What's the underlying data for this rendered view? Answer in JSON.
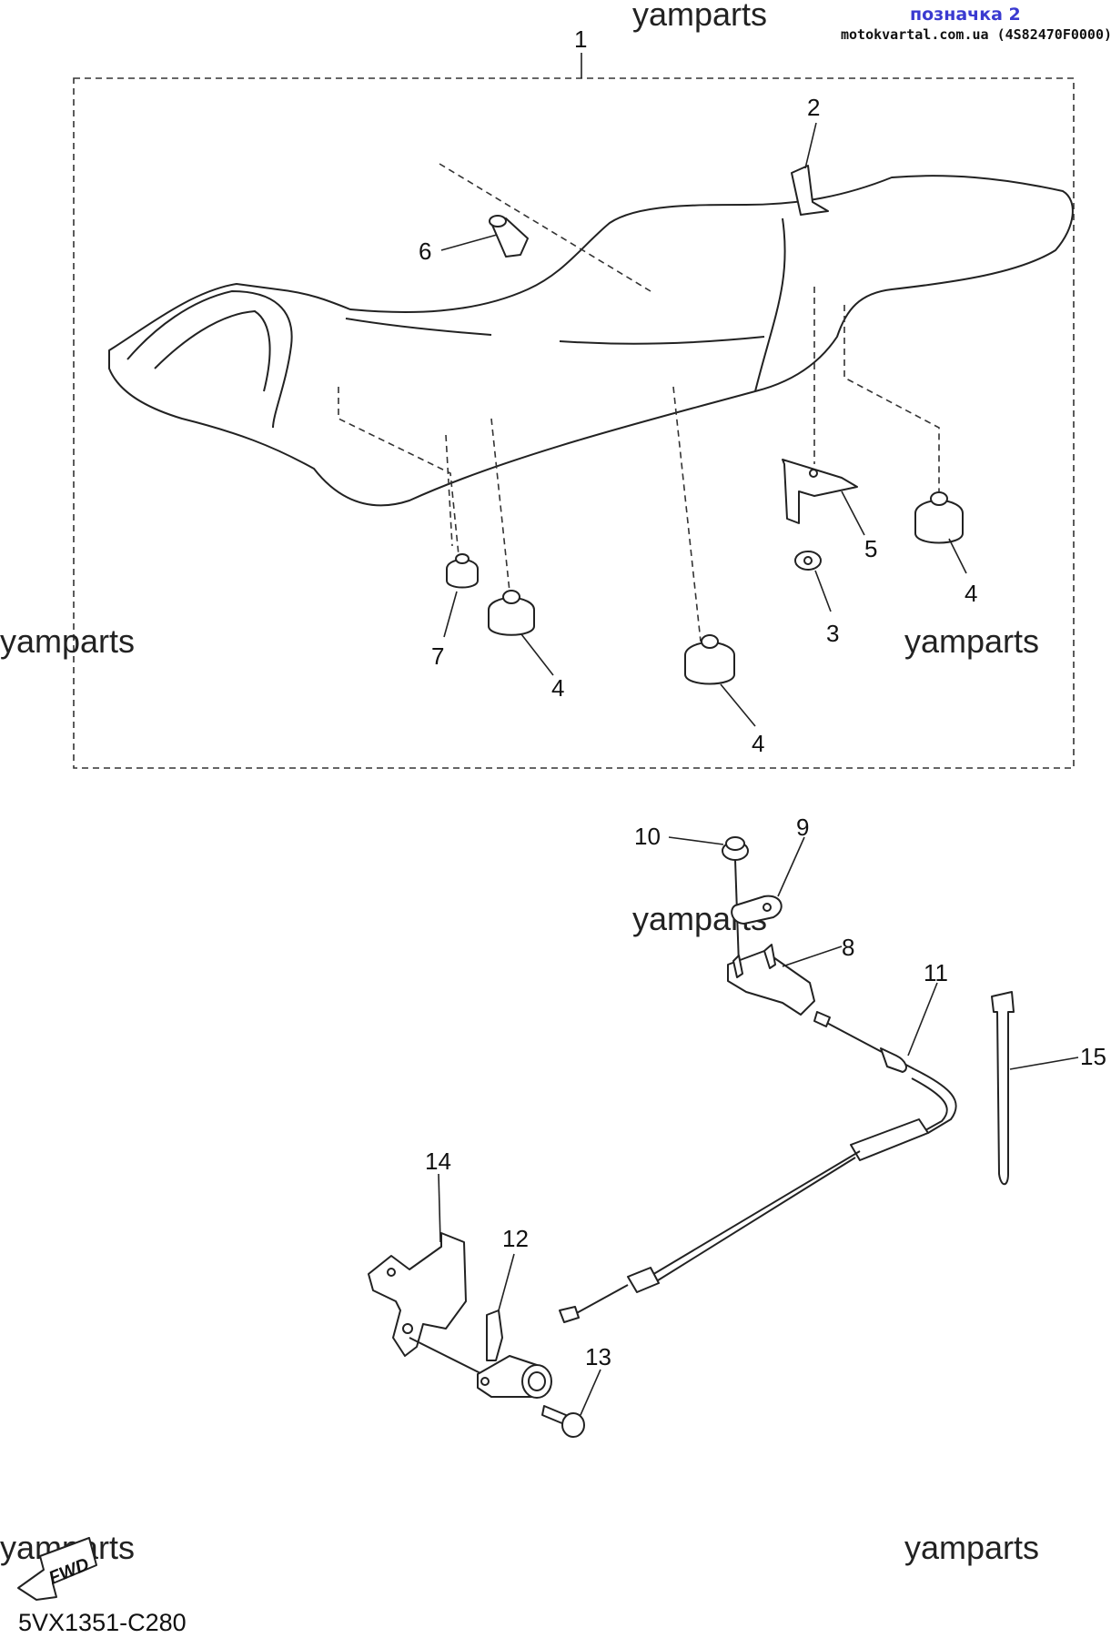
{
  "header": {
    "watermark_top": "yamparts",
    "label": "позначка 2",
    "site": "motokvartal.com.ua (4S82470F0000)"
  },
  "watermarks": [
    "yamparts",
    "yamparts",
    "yamparts",
    "yamparts",
    "yamparts"
  ],
  "callouts": {
    "c1": "1",
    "c2": "2",
    "c3": "3",
    "c4a": "4",
    "c4b": "4",
    "c4c": "4",
    "c5": "5",
    "c6": "6",
    "c7": "7",
    "c8": "8",
    "c9": "9",
    "c10": "10",
    "c11": "11",
    "c12": "12",
    "c13": "13",
    "c14": "14",
    "c15": "15"
  },
  "fwd_label": "FWD",
  "diagram_code": "5VX1351-C280"
}
